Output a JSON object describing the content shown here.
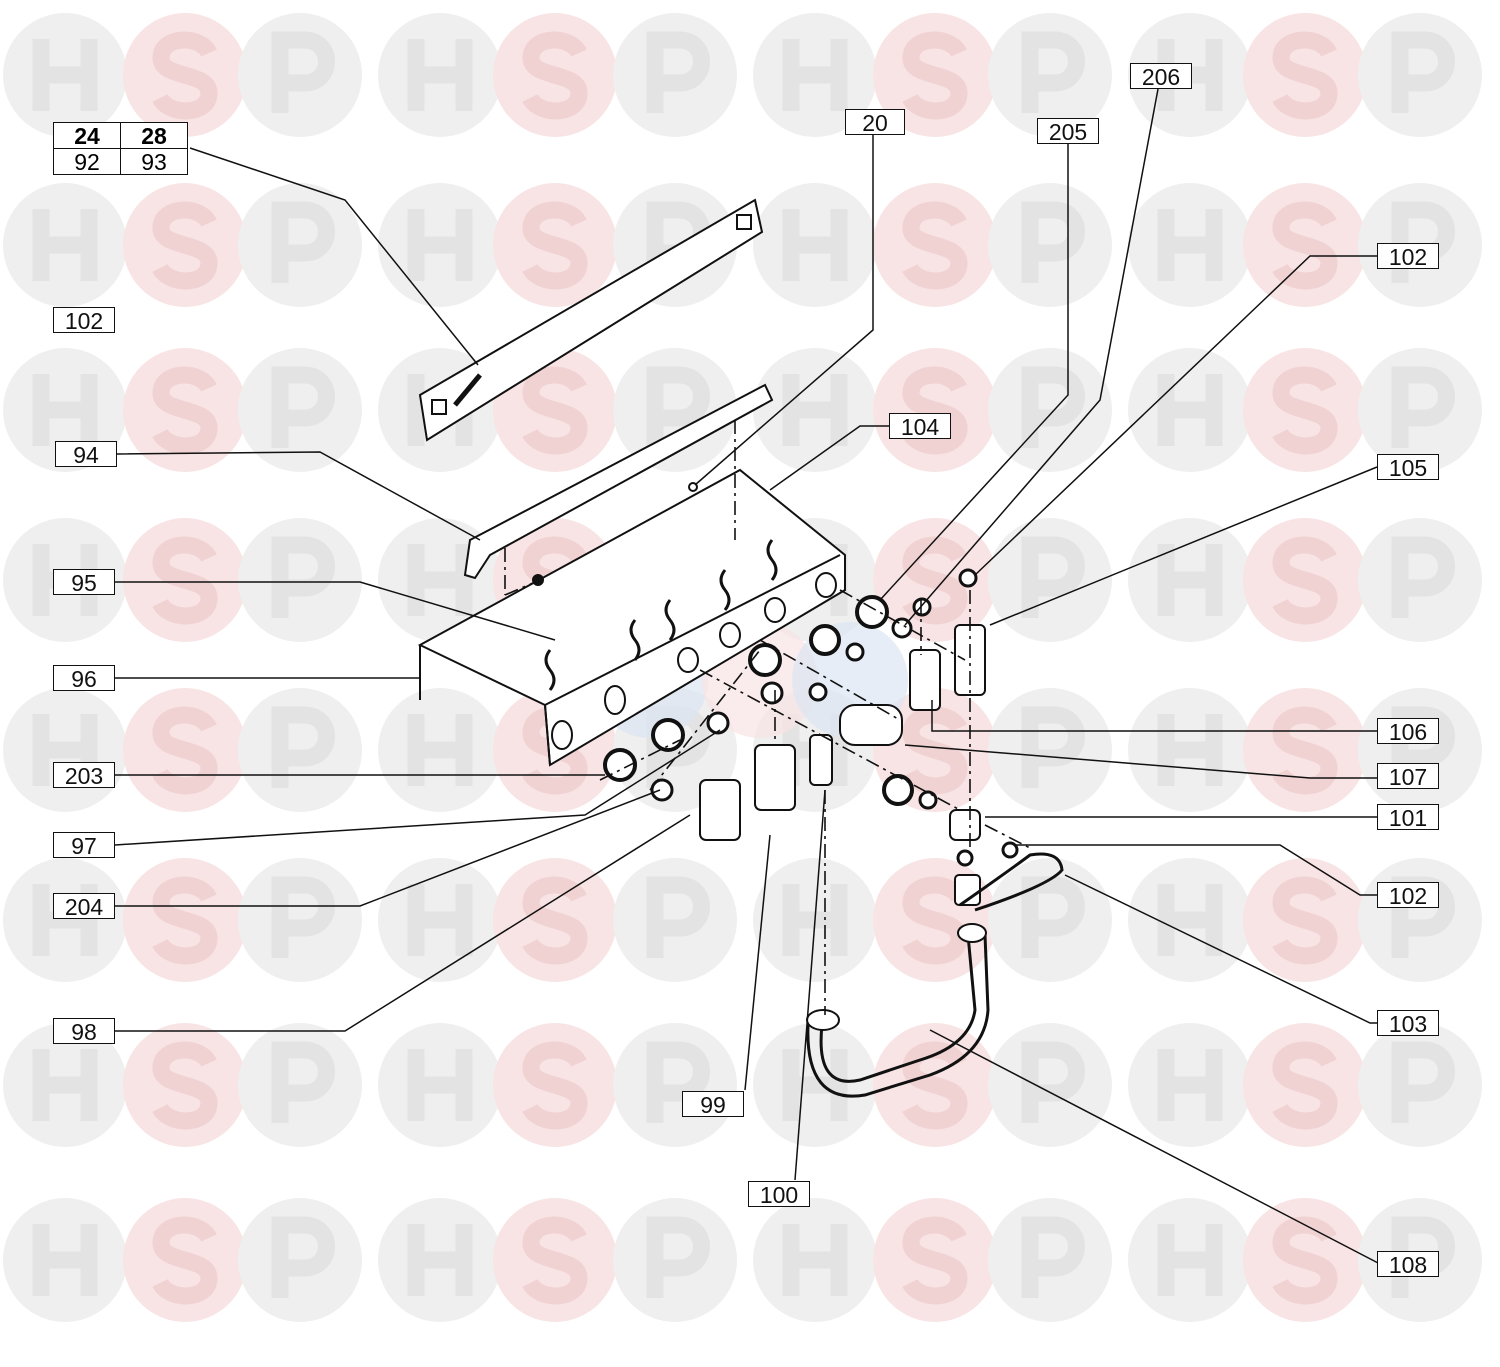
{
  "watermark": {
    "letters": [
      "H",
      "S",
      "P"
    ]
  },
  "variant_table": {
    "headers": [
      "24",
      "28"
    ],
    "values": [
      "92",
      "93"
    ]
  },
  "callouts": [
    "20",
    "205",
    "206",
    "102",
    "102",
    "104",
    "105",
    "94",
    "95",
    "96",
    "203",
    "97",
    "204",
    "98",
    "99",
    "100",
    "106",
    "107",
    "101",
    "102",
    "103",
    "108"
  ],
  "colors": {
    "line": "#111111",
    "wm_gray": "#efefef",
    "wm_pink": "#f8e4e4",
    "wm_blue": "#dbe6f2"
  }
}
